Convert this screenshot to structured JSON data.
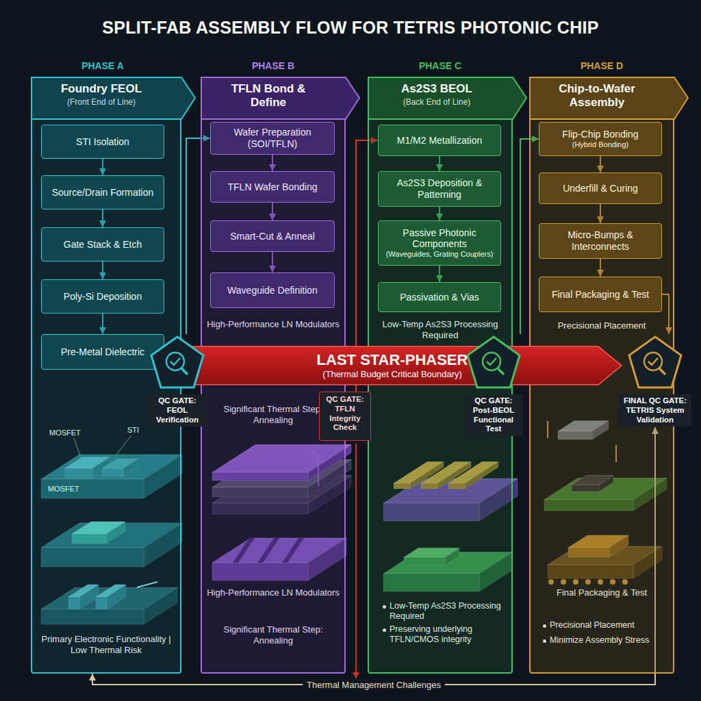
{
  "diagram": {
    "title": "SPLIT-FAB ASSEMBLY FLOW FOR TETRIS PHOTONIC CHIP",
    "nodes": [
      {
        "text": [
          "PHASE A",
          "Foundry FEOL",
          "(Front End of Line)",
          "Primary Electronic Functionality | Low Thermal Risk"
        ]
      },
      {
        "text": [
          "STI Isolation"
        ],
        "in": 0
      },
      {
        "text": [
          "Source/Drain Formation"
        ],
        "in": 0
      },
      {
        "text": [
          "Gate Stack & Etch"
        ],
        "in": 0
      },
      {
        "text": [
          "Poly-Si Deposition"
        ],
        "in": 0
      },
      {
        "text": [
          "Pre-Metal Dielectric"
        ],
        "in": 0
      },
      {
        "text": [
          "PHASE B",
          "TFLN Bond & Define",
          "High-Performance LN Modulators",
          "Significant Thermal Step: Annealing",
          "High-Performance LN Modulators",
          "Significant Thermal Step: Annealing"
        ]
      },
      {
        "text": [
          "Wafer Preparation (SOI/TFLN)"
        ],
        "in": 6
      },
      {
        "text": [
          "TFLN Wafer Bonding"
        ],
        "in": 6
      },
      {
        "text": [
          "Smart-Cut & Anneal"
        ],
        "in": 6
      },
      {
        "text": [
          "Waveguide Definition"
        ],
        "in": 6
      },
      {
        "text": [
          "PHASE C",
          "As2S3 BEOL",
          "(Back End of Line)",
          "Low-Temp As2S3 Processing Required",
          "Low-Temp As2S3 Processing Required",
          "Preserving underlying TFLN/CMOS integrity"
        ]
      },
      {
        "text": [
          "M1/M2 Metallization"
        ],
        "in": 11
      },
      {
        "text": [
          "As2S3 Deposition & Patterning"
        ],
        "in": 11
      },
      {
        "text": [
          "Passive Photonic Components",
          "(Waveguides, Grating Couplers)"
        ],
        "in": 11
      },
      {
        "text": [
          "Passivation & Vias"
        ],
        "in": 11
      },
      {
        "text": [
          "PHASE D",
          "Chip-to-Wafer Assembly",
          "Precisional Placement",
          "Final Packaging & Test",
          "Precisional Placement",
          "Minimize Assembly Stress"
        ]
      },
      {
        "text": [
          "Flip-Chip Bonding",
          "(Hybrid Bonding)"
        ],
        "in": 16
      },
      {
        "text": [
          "Underfill & Curing"
        ],
        "in": 16
      },
      {
        "text": [
          "Micro-Bumps & Interconnects"
        ],
        "in": 16
      },
      {
        "text": [
          "Final Packaging & Test"
        ],
        "in": 16
      },
      {
        "text": [
          "LAST STAR-PHASER",
          "(Thermal Budget Critical Boundary)"
        ]
      },
      {
        "text": [
          "QC GATE: FEOL Verification"
        ]
      },
      {
        "text": [
          "QC GATE: TFLN Integrity Check"
        ]
      },
      {
        "text": [
          "QC GATE: Post-BEOL Functional Test"
        ]
      },
      {
        "text": [
          "FINAL QC GATE: TETRIS System Validation"
        ]
      }
    ],
    "edges": [
      {
        "from": 1,
        "to": 2,
        "arrow": "to"
      },
      {
        "from": 2,
        "to": 3,
        "arrow": "to"
      },
      {
        "from": 3,
        "to": 4,
        "arrow": "to"
      },
      {
        "from": 4,
        "to": 5,
        "arrow": "to"
      },
      {
        "from": 7,
        "to": 8,
        "arrow": "to"
      },
      {
        "from": 8,
        "to": 9,
        "arrow": "to"
      },
      {
        "from": 9,
        "to": 10,
        "arrow": "to"
      },
      {
        "from": 12,
        "to": 13,
        "arrow": "to"
      },
      {
        "from": 13,
        "to": 14,
        "arrow": "to"
      },
      {
        "from": 14,
        "to": 15,
        "arrow": "to"
      },
      {
        "from": 17,
        "to": 18,
        "arrow": "to"
      },
      {
        "from": 18,
        "to": 19,
        "arrow": "to"
      },
      {
        "from": 19,
        "to": 20,
        "arrow": "to"
      },
      {
        "from": 22,
        "to": 7,
        "arrow": "to"
      },
      {
        "from": 23,
        "to": 12,
        "arrow": "to"
      },
      {
        "from": 24,
        "to": 17,
        "arrow": "to"
      },
      {
        "from": 20,
        "to": 25,
        "arrow": "to"
      },
      {
        "from": 25,
        "to": 0,
        "label": "Thermal Management Challenges",
        "arrow": "both"
      }
    ],
    "labels": [
      "MOSFET",
      "STI",
      "MOSFET"
    ]
  }
}
